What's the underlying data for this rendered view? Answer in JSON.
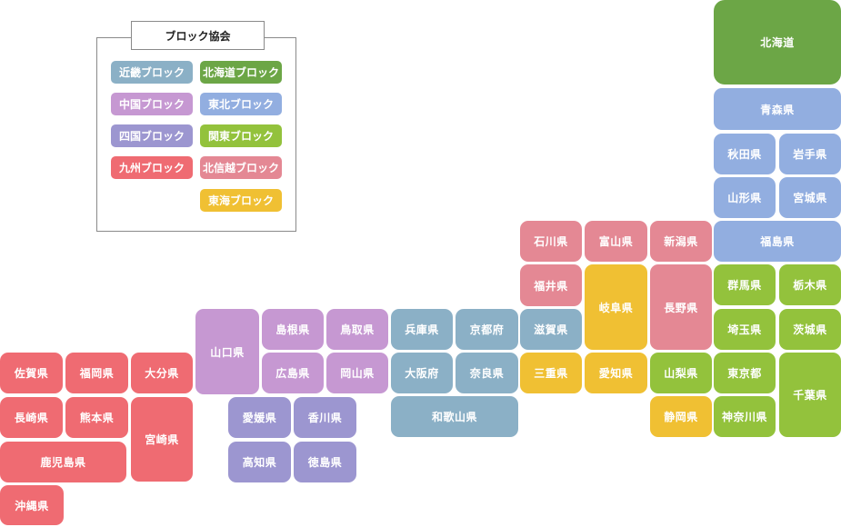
{
  "legend": {
    "title": "ブロック協会",
    "items": [
      {
        "label": "近畿ブロック",
        "color": "#8bb0c6"
      },
      {
        "label": "北海道ブロック",
        "color": "#6ca646"
      },
      {
        "label": "中国ブロック",
        "color": "#c698d2"
      },
      {
        "label": "東北ブロック",
        "color": "#92aee0"
      },
      {
        "label": "四国ブロック",
        "color": "#9c96d0"
      },
      {
        "label": "関東ブロック",
        "color": "#93c23c"
      },
      {
        "label": "九州ブロック",
        "color": "#ef6b72"
      },
      {
        "label": "北信越ブロック",
        "color": "#e48894"
      },
      {
        "label": "東海ブロック",
        "color": "#f0c033"
      }
    ]
  },
  "prefectures": {
    "hokkaido": "北海道",
    "aomori": "青森県",
    "akita": "秋田県",
    "iwate": "岩手県",
    "yamagata": "山形県",
    "miyagi": "宮城県",
    "fukushima": "福島県",
    "ishikawa": "石川県",
    "toyama": "富山県",
    "niigata": "新潟県",
    "fukui": "福井県",
    "gifu": "岐阜県",
    "nagano": "長野県",
    "gunma": "群馬県",
    "tochigi": "栃木県",
    "shiga": "滋賀県",
    "saitama": "埼玉県",
    "ibaraki": "茨城県",
    "mie": "三重県",
    "aichi": "愛知県",
    "yamanashi": "山梨県",
    "tokyo": "東京都",
    "chiba": "千葉県",
    "shizuoka": "静岡県",
    "kanagawa": "神奈川県",
    "hyogo": "兵庫県",
    "kyoto": "京都府",
    "osaka": "大阪府",
    "nara": "奈良県",
    "wakayama": "和歌山県",
    "shimane": "島根県",
    "tottori": "鳥取県",
    "yamaguchi": "山口県",
    "hiroshima": "広島県",
    "okayama": "岡山県",
    "ehime": "愛媛県",
    "kagawa": "香川県",
    "kochi": "高知県",
    "tokushima": "徳島県",
    "saga": "佐賀県",
    "fukuoka": "福岡県",
    "oita": "大分県",
    "nagasaki": "長崎県",
    "kumamoto": "熊本県",
    "miyazaki": "宮崎県",
    "kagoshima": "鹿児島県",
    "okinawa": "沖縄県"
  }
}
